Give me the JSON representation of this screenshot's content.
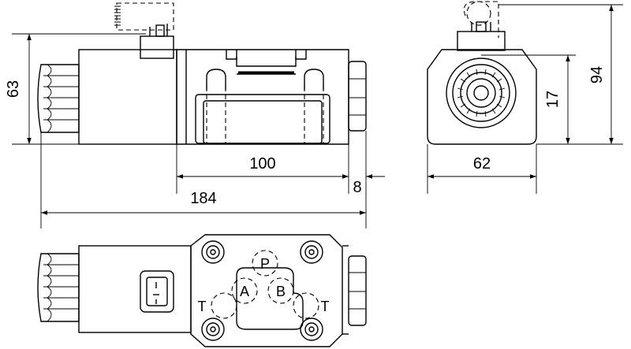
{
  "dimensions": {
    "height_side": "63",
    "length_body": "100",
    "length_cap": "8",
    "length_total": "184",
    "width_end": "62",
    "height_end": "94",
    "center_height": "17"
  },
  "ports": {
    "pressure": "P",
    "port_a": "A",
    "port_b": "B",
    "tank_left": "T",
    "tank_right": "T"
  }
}
